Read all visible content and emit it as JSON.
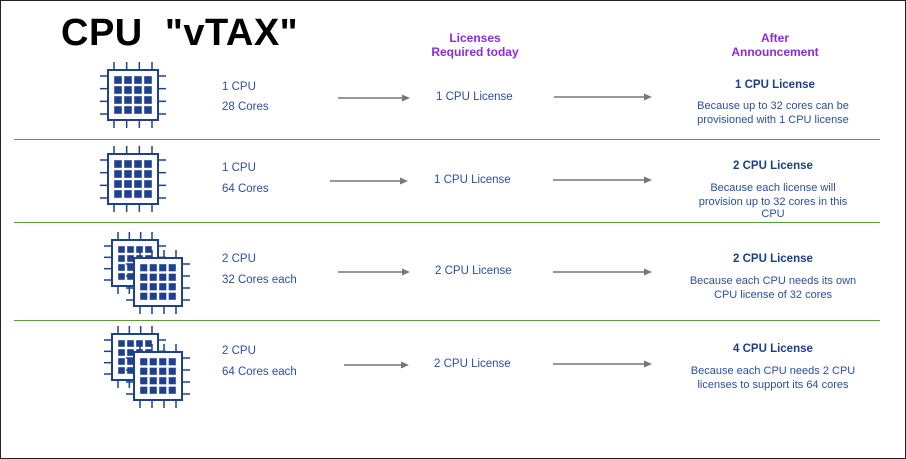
{
  "title": "CPU  \"vTAX\"",
  "headers": {
    "today": "Licenses Required today",
    "today_line1": "Licenses",
    "today_line2": "Required today",
    "after_line1": "After",
    "after_line2": "Announcement"
  },
  "colors": {
    "header": "#8a2be2",
    "text": "#2b4fa0",
    "divider": "#5a9e3a",
    "chip": "#1f3f8f",
    "arrow": "#777777"
  },
  "rows": [
    {
      "cpu": "1 CPU",
      "cores": "28 Cores",
      "today": "1 CPU License",
      "after_title": "1 CPU License",
      "after_line1": "Because up to 32 cores can be",
      "after_line2": "provisioned with 1 CPU license",
      "after_line3": "",
      "icon": "single-cpu-icon"
    },
    {
      "cpu": "1 CPU",
      "cores": "64 Cores",
      "today": "1 CPU License",
      "after_title": "2 CPU License",
      "after_line1": "Because each license will",
      "after_line2": "provision up to 32 cores in this",
      "after_line3": "CPU",
      "icon": "single-cpu-icon"
    },
    {
      "cpu": "2 CPU",
      "cores": "32 Cores each",
      "today": "2 CPU License",
      "after_title": "2 CPU License",
      "after_line1": "Because each CPU needs its own",
      "after_line2": "CPU license of 32 cores",
      "after_line3": "",
      "icon": "dual-cpu-icon"
    },
    {
      "cpu": "2 CPU",
      "cores": "64 Cores each",
      "today": "2 CPU License",
      "after_title": "4 CPU License",
      "after_line1": "Because each CPU needs 2 CPU",
      "after_line2": "licenses to support its 64 cores",
      "after_line3": "",
      "icon": "dual-cpu-icon"
    }
  ]
}
